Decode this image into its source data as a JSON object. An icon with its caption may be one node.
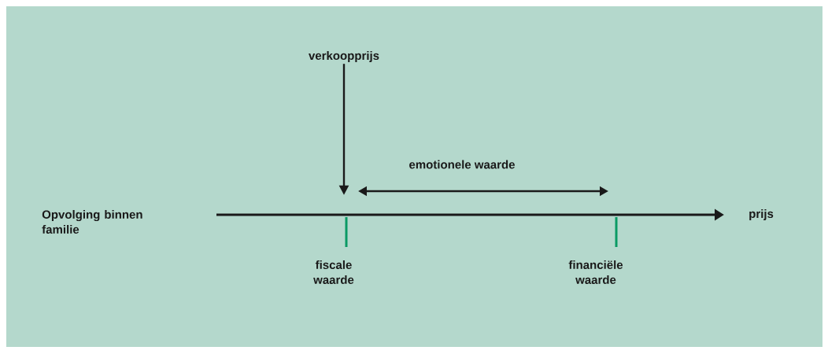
{
  "diagram": {
    "nodes": [
      {
        "text": [
          "verkoopprijs"
        ]
      },
      {
        "text": [],
        "shape": "bar"
      },
      {
        "text": [],
        "shape": "bar"
      }
    ],
    "edges": [
      {
        "from": 0,
        "to": 1,
        "arrow": "to"
      }
    ],
    "labels": [
      "emotionele waarde",
      "Opvolging binnen familie",
      "prijs",
      "fiscale waarde",
      "financiële waarde"
    ]
  }
}
